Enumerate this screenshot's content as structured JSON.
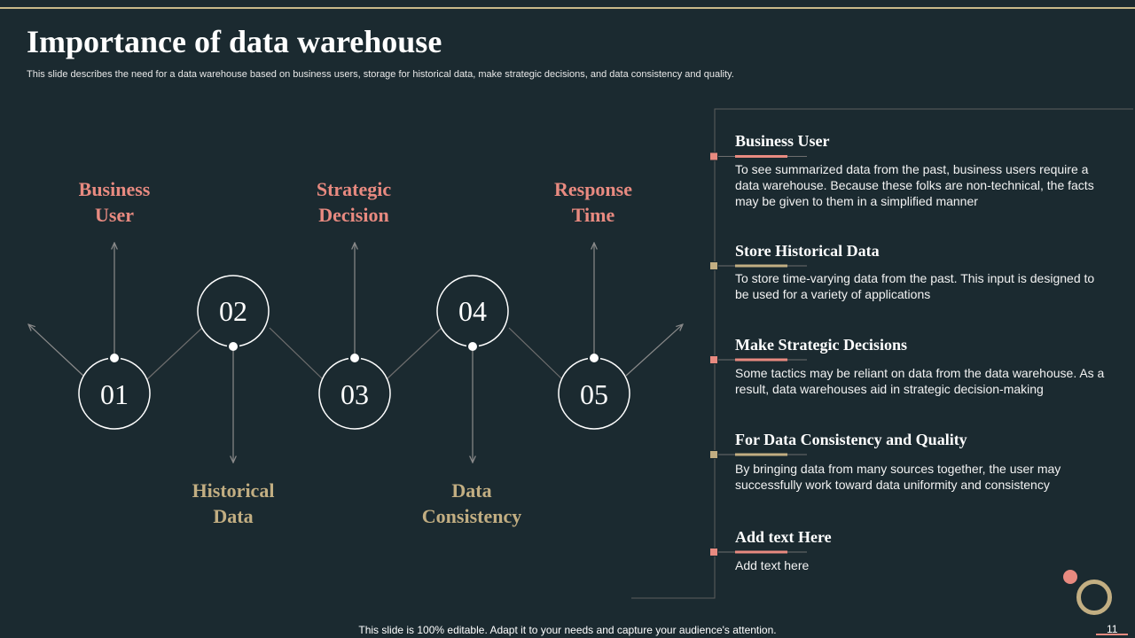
{
  "slide": {
    "title": "Importance of data warehouse",
    "subtitle": "This slide describes the need for a data warehouse based on business users, storage for historical data, make strategic decisions, and data consistency and quality.",
    "footer": "This slide is 100% editable. Adapt it to your needs and capture your audience's attention.",
    "page_number": "11"
  },
  "colors": {
    "background": "#1b2a30",
    "pink_accent": "#e88a80",
    "tan_accent": "#c2ae82",
    "line": "#8a8a8a"
  },
  "diagram": {
    "steps": [
      {
        "number": "01",
        "label_lines": [
          "Business",
          "User"
        ],
        "accent": "pink"
      },
      {
        "number": "02",
        "label_lines": [
          "Historical",
          "Data"
        ],
        "accent": "tan"
      },
      {
        "number": "03",
        "label_lines": [
          "Strategic",
          "Decision"
        ],
        "accent": "pink"
      },
      {
        "number": "04",
        "label_lines": [
          "Data",
          "Consistency"
        ],
        "accent": "tan"
      },
      {
        "number": "05",
        "label_lines": [
          "Response",
          "Time"
        ],
        "accent": "pink"
      }
    ]
  },
  "panel": {
    "items": [
      {
        "title": "Business User",
        "desc": "To see summarized data from the past, business users require a data warehouse. Because these folks are non-technical, the facts may be given to them in a simplified manner",
        "accent": "pink"
      },
      {
        "title": "Store Historical Data",
        "desc": "To store time-varying data from the past. This input is designed to be used for a variety of applications",
        "accent": "tan"
      },
      {
        "title": "Make Strategic Decisions",
        "desc": "Some tactics may be reliant on data from the data warehouse. As a result, data warehouses aid in strategic decision-making",
        "accent": "pink"
      },
      {
        "title": "For Data Consistency and Quality",
        "desc": "By bringing data from many sources together, the user may successfully work toward data uniformity and consistency",
        "accent": "tan"
      },
      {
        "title": "Add text Here",
        "desc": "Add text here",
        "accent": "pink"
      }
    ]
  }
}
